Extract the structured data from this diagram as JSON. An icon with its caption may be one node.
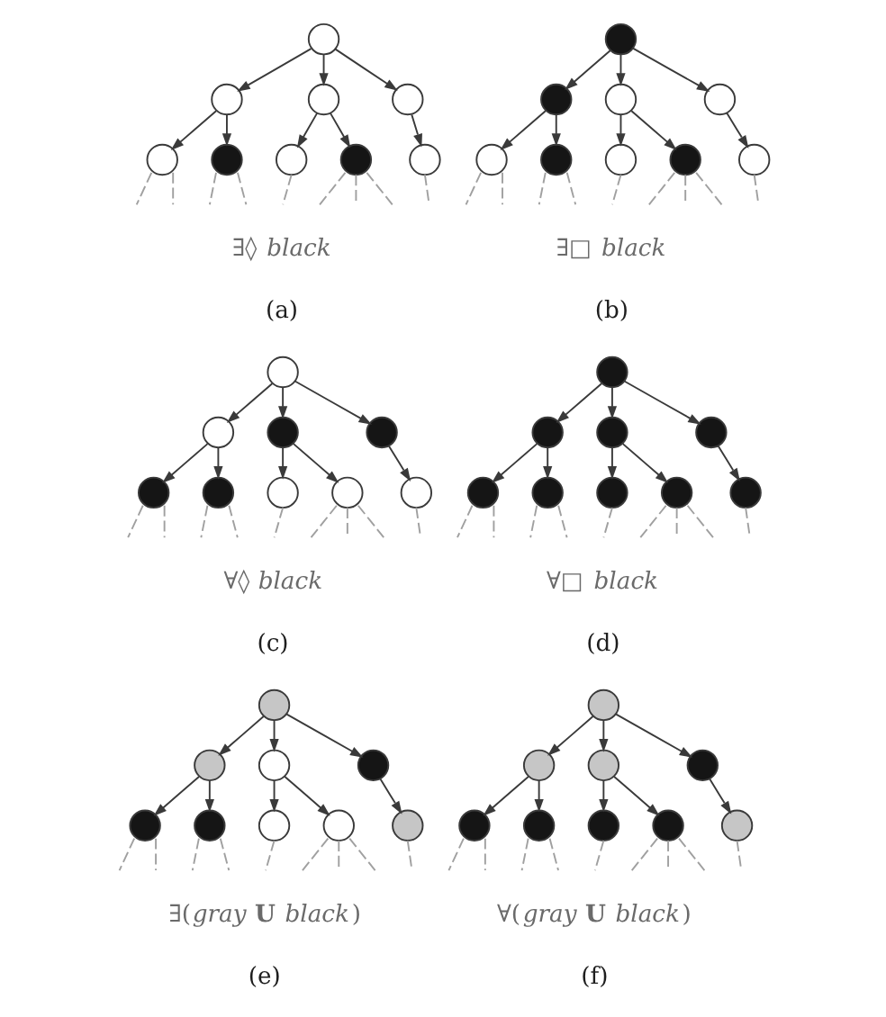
{
  "diagram": {
    "nodes": [
      {
        "text": [],
        "shape": "circle"
      },
      {
        "text": [],
        "shape": "circle"
      },
      {
        "text": [],
        "shape": "circle"
      },
      {
        "text": [],
        "shape": "circle"
      },
      {
        "text": [],
        "shape": "circle"
      },
      {
        "text": [],
        "shape": "circle"
      },
      {
        "text": [],
        "shape": "circle"
      },
      {
        "text": [],
        "shape": "circle"
      },
      {
        "text": [],
        "shape": "circle"
      },
      {
        "text": [],
        "shape": "circle"
      },
      {
        "text": [],
        "shape": "circle"
      },
      {
        "text": [],
        "shape": "circle"
      },
      {
        "text": [],
        "shape": "circle"
      },
      {
        "text": [],
        "shape": "circle"
      },
      {
        "text": [],
        "shape": "circle"
      },
      {
        "text": [],
        "shape": "circle"
      },
      {
        "text": [],
        "shape": "circle"
      },
      {
        "text": [],
        "shape": "circle"
      },
      {
        "text": [],
        "shape": "circle"
      },
      {
        "text": [],
        "shape": "circle"
      },
      {
        "text": [],
        "shape": "circle"
      },
      {
        "text": [],
        "shape": "circle"
      },
      {
        "text": [],
        "shape": "circle"
      },
      {
        "text": [],
        "shape": "circle"
      },
      {
        "text": [],
        "shape": "circle"
      },
      {
        "text": [],
        "shape": "circle"
      },
      {
        "text": [],
        "shape": "circle"
      },
      {
        "text": [],
        "shape": "circle"
      },
      {
        "text": [],
        "shape": "circle"
      },
      {
        "text": [],
        "shape": "circle"
      },
      {
        "text": [],
        "shape": "circle"
      },
      {
        "text": [],
        "shape": "circle"
      },
      {
        "text": [],
        "shape": "circle"
      },
      {
        "text": [],
        "shape": "circle"
      },
      {
        "text": [],
        "shape": "circle"
      },
      {
        "text": [],
        "shape": "circle"
      },
      {
        "text": [],
        "shape": "circle"
      },
      {
        "text": [],
        "shape": "circle"
      },
      {
        "text": [],
        "shape": "circle"
      },
      {
        "text": [],
        "shape": "circle"
      },
      {
        "text": [],
        "shape": "circle"
      },
      {
        "text": [],
        "shape": "circle"
      },
      {
        "text": [],
        "shape": "circle"
      },
      {
        "text": [],
        "shape": "circle"
      },
      {
        "text": [],
        "shape": "circle"
      },
      {
        "text": [],
        "shape": "circle"
      },
      {
        "text": [],
        "shape": "circle"
      },
      {
        "text": [],
        "shape": "circle"
      },
      {
        "text": [],
        "shape": "circle"
      },
      {
        "text": [],
        "shape": "circle"
      },
      {
        "text": [],
        "shape": "circle"
      },
      {
        "text": [],
        "shape": "circle"
      },
      {
        "text": [],
        "shape": "circle"
      },
      {
        "text": [],
        "shape": "circle"
      }
    ],
    "edges": [
      {
        "from": 0,
        "to": 1,
        "arrow": "to",
        "color": "#3a3a3a"
      },
      {
        "from": 0,
        "to": 2,
        "arrow": "to",
        "color": "#3a3a3a"
      },
      {
        "from": 0,
        "to": 3,
        "arrow": "to",
        "color": "#3a3a3a"
      },
      {
        "from": 1,
        "to": 4,
        "arrow": "to",
        "color": "#3a3a3a"
      },
      {
        "from": 1,
        "to": 5,
        "arrow": "to",
        "color": "#3a3a3a"
      },
      {
        "from": 2,
        "to": 6,
        "arrow": "to",
        "color": "#3a3a3a"
      },
      {
        "from": 2,
        "to": 7,
        "arrow": "to",
        "color": "#3a3a3a"
      },
      {
        "from": 3,
        "to": 8,
        "arrow": "to",
        "color": "#3a3a3a"
      },
      {
        "from": 4,
        "to": null,
        "arrow": "none",
        "style": "dashed"
      },
      {
        "from": 4,
        "to": null,
        "arrow": "none",
        "style": "dashed"
      },
      {
        "from": 5,
        "to": null,
        "arrow": "none",
        "style": "dashed"
      },
      {
        "from": 5,
        "to": null,
        "arrow": "none",
        "style": "dashed"
      },
      {
        "from": 6,
        "to": null,
        "arrow": "none",
        "style": "dashed"
      },
      {
        "from": 7,
        "to": null,
        "arrow": "none",
        "style": "dashed"
      },
      {
        "from": 7,
        "to": null,
        "arrow": "none",
        "style": "dashed"
      },
      {
        "from": 7,
        "to": null,
        "arrow": "none",
        "style": "dashed"
      },
      {
        "from": 8,
        "to": null,
        "arrow": "none",
        "style": "dashed"
      },
      {
        "from": 9,
        "to": 10,
        "arrow": "to",
        "color": "#3a3a3a"
      },
      {
        "from": 9,
        "to": 11,
        "arrow": "to",
        "color": "#3a3a3a"
      },
      {
        "from": 9,
        "to": 12,
        "arrow": "to",
        "color": "#3a3a3a"
      },
      {
        "from": 10,
        "to": 13,
        "arrow": "to",
        "color": "#3a3a3a"
      },
      {
        "from": 10,
        "to": 14,
        "arrow": "to",
        "color": "#3a3a3a"
      },
      {
        "from": 11,
        "to": 15,
        "arrow": "to",
        "color": "#3a3a3a"
      },
      {
        "from": 11,
        "to": 16,
        "arrow": "to",
        "color": "#3a3a3a"
      },
      {
        "from": 12,
        "to": 17,
        "arrow": "to",
        "color": "#3a3a3a"
      },
      {
        "from": 13,
        "to": null,
        "arrow": "none",
        "style": "dashed"
      },
      {
        "from": 13,
        "to": null,
        "arrow": "none",
        "style": "dashed"
      },
      {
        "from": 14,
        "to": null,
        "arrow": "none",
        "style": "dashed"
      },
      {
        "from": 14,
        "to": null,
        "arrow": "none",
        "style": "dashed"
      },
      {
        "from": 15,
        "to": null,
        "arrow": "none",
        "style": "dashed"
      },
      {
        "from": 16,
        "to": null,
        "arrow": "none",
        "style": "dashed"
      },
      {
        "from": 16,
        "to": null,
        "arrow": "none",
        "style": "dashed"
      },
      {
        "from": 16,
        "to": null,
        "arrow": "none",
        "style": "dashed"
      },
      {
        "from": 17,
        "to": null,
        "arrow": "none",
        "style": "dashed"
      },
      {
        "from": 18,
        "to": 19,
        "arrow": "to",
        "color": "#3a3a3a"
      },
      {
        "from": 18,
        "to": 20,
        "arrow": "to",
        "color": "#3a3a3a"
      },
      {
        "from": 18,
        "to": 21,
        "arrow": "to",
        "color": "#3a3a3a"
      },
      {
        "from": 19,
        "to": 22,
        "arrow": "to",
        "color": "#3a3a3a"
      },
      {
        "from": 19,
        "to": 23,
        "arrow": "to",
        "color": "#3a3a3a"
      },
      {
        "from": 20,
        "to": 24,
        "arrow": "to",
        "color": "#3a3a3a"
      },
      {
        "from": 20,
        "to": 25,
        "arrow": "to",
        "color": "#3a3a3a"
      },
      {
        "from": 21,
        "to": 26,
        "arrow": "to",
        "color": "#3a3a3a"
      },
      {
        "from": 22,
        "to": null,
        "arrow": "none",
        "style": "dashed"
      },
      {
        "from": 22,
        "to": null,
        "arrow": "none",
        "style": "dashed"
      },
      {
        "from": 23,
        "to": null,
        "arrow": "none",
        "style": "dashed"
      },
      {
        "from": 23,
        "to": null,
        "arrow": "none",
        "style": "dashed"
      },
      {
        "from": 24,
        "to": null,
        "arrow": "none",
        "style": "dashed"
      },
      {
        "from": 25,
        "to": null,
        "arrow": "none",
        "style": "dashed"
      },
      {
        "from": 25,
        "to": null,
        "arrow": "none",
        "style": "dashed"
      },
      {
        "from": 25,
        "to": null,
        "arrow": "none",
        "style": "dashed"
      },
      {
        "from": 26,
        "to": null,
        "arrow": "none",
        "style": "dashed"
      },
      {
        "from": 27,
        "to": 28,
        "arrow": "to",
        "color": "#3a3a3a"
      },
      {
        "from": 27,
        "to": 29,
        "arrow": "to",
        "color": "#3a3a3a"
      },
      {
        "from": 27,
        "to": 30,
        "arrow": "to",
        "color": "#3a3a3a"
      },
      {
        "from": 28,
        "to": 31,
        "arrow": "to",
        "color": "#3a3a3a"
      },
      {
        "from": 28,
        "to": 32,
        "arrow": "to",
        "color": "#3a3a3a"
      },
      {
        "from": 29,
        "to": 33,
        "arrow": "to",
        "color": "#3a3a3a"
      },
      {
        "from": 29,
        "to": 34,
        "arrow": "to",
        "color": "#3a3a3a"
      },
      {
        "from": 30,
        "to": 35,
        "arrow": "to",
        "color": "#3a3a3a"
      },
      {
        "from": 31,
        "to": null,
        "arrow": "none",
        "style": "dashed"
      },
      {
        "from": 31,
        "to": null,
        "arrow": "none",
        "style": "dashed"
      },
      {
        "from": 32,
        "to": null,
        "arrow": "none",
        "style": "dashed"
      },
      {
        "from": 32,
        "to": null,
        "arrow": "none",
        "style": "dashed"
      },
      {
        "from": 33,
        "to": null,
        "arrow": "none",
        "style": "dashed"
      },
      {
        "from": 34,
        "to": null,
        "arrow": "none",
        "style": "dashed"
      },
      {
        "from": 34,
        "to": null,
        "arrow": "none",
        "style": "dashed"
      },
      {
        "from": 34,
        "to": null,
        "arrow": "none",
        "style": "dashed"
      },
      {
        "from": 35,
        "to": null,
        "arrow": "none",
        "style": "dashed"
      },
      {
        "from": 36,
        "to": 37,
        "arrow": "to",
        "color": "#3a3a3a"
      },
      {
        "from": 36,
        "to": 38,
        "arrow": "to",
        "color": "#3a3a3a"
      },
      {
        "from": 36,
        "to": 39,
        "arrow": "to",
        "color": "#3a3a3a"
      },
      {
        "from": 37,
        "to": 40,
        "arrow": "to",
        "color": "#3a3a3a"
      },
      {
        "from": 37,
        "to": 41,
        "arrow": "to",
        "color": "#3a3a3a"
      },
      {
        "from": 38,
        "to": 42,
        "arrow": "to",
        "color": "#3a3a3a"
      },
      {
        "from": 38,
        "to": 43,
        "arrow": "to",
        "color": "#3a3a3a"
      },
      {
        "from": 39,
        "to": 44,
        "arrow": "to",
        "color": "#3a3a3a"
      },
      {
        "from": 40,
        "to": null,
        "arrow": "none",
        "style": "dashed"
      },
      {
        "from": 40,
        "to": null,
        "arrow": "none",
        "style": "dashed"
      },
      {
        "from": 41,
        "to": null,
        "arrow": "none",
        "style": "dashed"
      },
      {
        "from": 41,
        "to": null,
        "arrow": "none",
        "style": "dashed"
      },
      {
        "from": 42,
        "to": null,
        "arrow": "none",
        "style": "dashed"
      },
      {
        "from": 43,
        "to": null,
        "arrow": "none",
        "style": "dashed"
      },
      {
        "from": 43,
        "to": null,
        "arrow": "none",
        "style": "dashed"
      },
      {
        "from": 43,
        "to": null,
        "arrow": "none",
        "style": "dashed"
      },
      {
        "from": 44,
        "to": null,
        "arrow": "none",
        "style": "dashed"
      },
      {
        "from": 45,
        "to": 46,
        "arrow": "to",
        "color": "#3a3a3a"
      },
      {
        "from": 45,
        "to": 47,
        "arrow": "to",
        "color": "#3a3a3a"
      },
      {
        "from": 45,
        "to": 48,
        "arrow": "to",
        "color": "#3a3a3a"
      },
      {
        "from": 46,
        "to": 49,
        "arrow": "to",
        "color": "#3a3a3a"
      },
      {
        "from": 46,
        "to": 50,
        "arrow": "to",
        "color": "#3a3a3a"
      },
      {
        "from": 47,
        "to": 51,
        "arrow": "to",
        "color": "#3a3a3a"
      },
      {
        "from": 47,
        "to": 52,
        "arrow": "to",
        "color": "#3a3a3a"
      },
      {
        "from": 48,
        "to": 53,
        "arrow": "to",
        "color": "#3a3a3a"
      },
      {
        "from": 49,
        "to": null,
        "arrow": "none",
        "style": "dashed"
      },
      {
        "from": 49,
        "to": null,
        "arrow": "none",
        "style": "dashed"
      },
      {
        "from": 50,
        "to": null,
        "arrow": "none",
        "style": "dashed"
      },
      {
        "from": 50,
        "to": null,
        "arrow": "none",
        "style": "dashed"
      },
      {
        "from": 51,
        "to": null,
        "arrow": "none",
        "style": "dashed"
      },
      {
        "from": 52,
        "to": null,
        "arrow": "none",
        "style": "dashed"
      },
      {
        "from": 52,
        "to": null,
        "arrow": "none",
        "style": "dashed"
      },
      {
        "from": 52,
        "to": null,
        "arrow": "none",
        "style": "dashed"
      },
      {
        "from": 53,
        "to": null,
        "arrow": "none",
        "style": "dashed"
      }
    ],
    "labels": [
      "∃◊ *black*",
      "∃□ *black*",
      "(a)",
      "(b)",
      "∀◊ *black*",
      "∀□ *black*",
      "(c)",
      "(d)",
      "∃(*gray* **U** *black*)",
      "∀(*gray* **U** *black*)",
      "(e)",
      "(f)"
    ]
  }
}
